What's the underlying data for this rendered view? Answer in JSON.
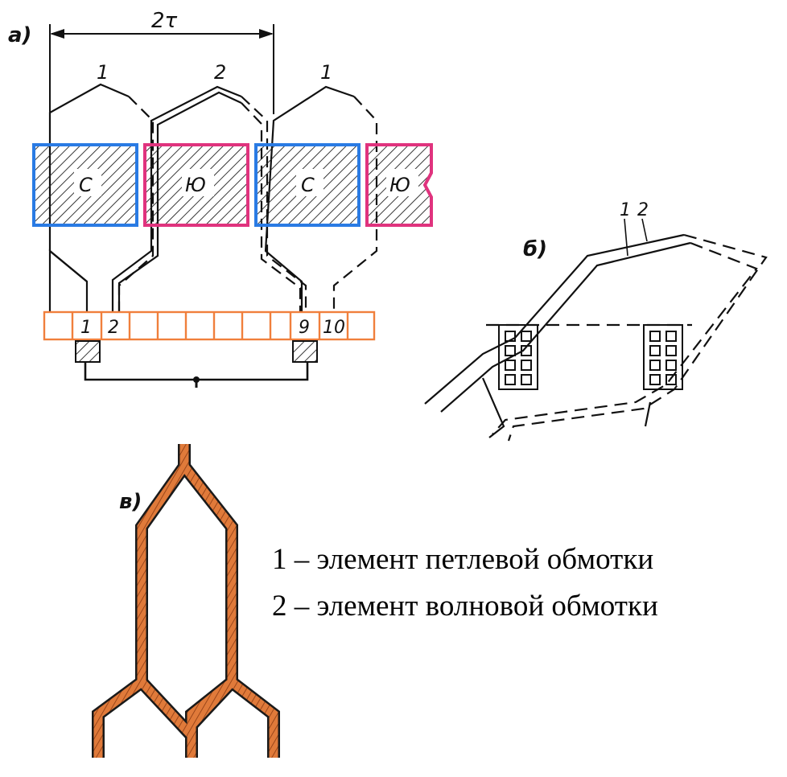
{
  "panel_a": {
    "label": "а)",
    "dimension": "2τ",
    "coil_labels": [
      "1",
      "2",
      "1"
    ],
    "poles": [
      "С",
      "Ю",
      "С",
      "Ю"
    ],
    "segment_numbers": [
      "1",
      "2",
      "9",
      "10"
    ],
    "colors": {
      "north_pole": "#2a7be4",
      "south_pole": "#e0337e",
      "commutator": "#f07f3c"
    }
  },
  "panel_b": {
    "label": "б)",
    "wire_labels": [
      "1",
      "2"
    ]
  },
  "panel_c": {
    "label": "в)",
    "colors": {
      "conductor": "#e07a3a",
      "outline": "#1a1a1a"
    }
  },
  "legend": [
    "1 – элемент петлевой обмотки",
    "2 – элемент волновой обмотки"
  ]
}
